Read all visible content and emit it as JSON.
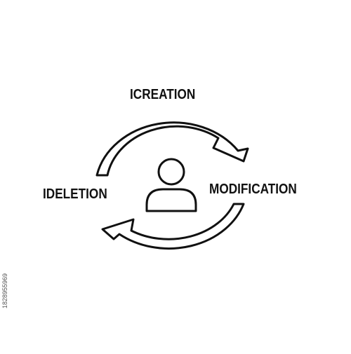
{
  "diagram": {
    "labels": {
      "creation": "ICREATION",
      "modification": "MODIFICATION",
      "deletion": "IDELETION"
    },
    "center_icon": "user-icon",
    "arrows": [
      "top-arrow-clockwise",
      "bottom-arrow-clockwise"
    ],
    "stroke_color": "#111111",
    "background": "#ffffff"
  },
  "stock": {
    "image_id": "1828955969"
  }
}
